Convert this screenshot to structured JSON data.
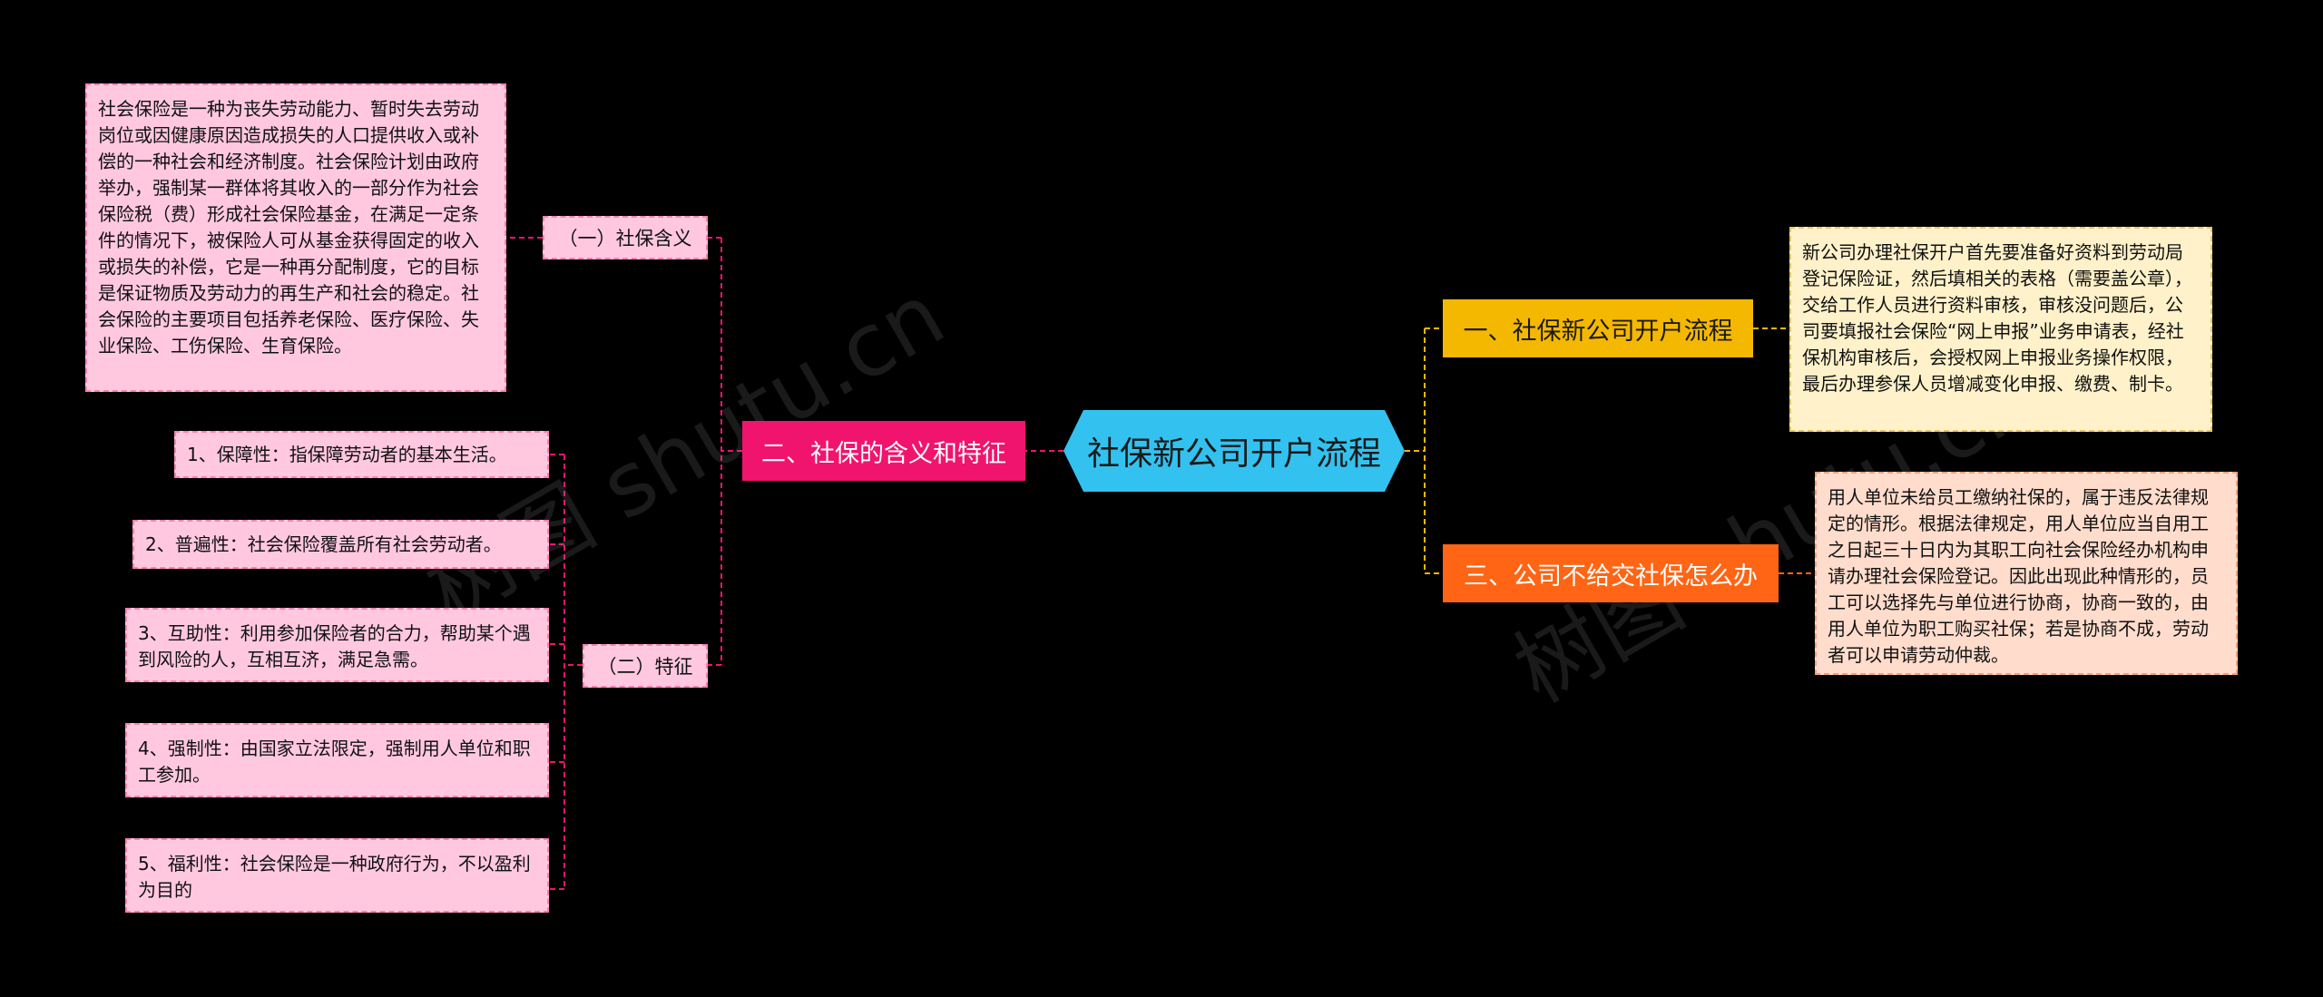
{
  "root": {
    "title": "社保新公司开户流程",
    "color": "#33c2f0"
  },
  "branches": {
    "b1": {
      "label": "一、社保新公司开户流程",
      "color": "#f5b800",
      "detail": "新公司办理社保开户首先要准备好资料到劳动局登记保险证，然后填相关的表格（需要盖公章），交给工作人员进行资料审核，审核没问题后，公司要填报社会保险“网上申报”业务申请表，经社保机构审核后，会授权网上申报业务操作权限，最后办理参保人员增减变化申报、缴费、制卡。"
    },
    "b2": {
      "label": "二、社保的含义和特征",
      "color": "#f0146e",
      "sub1": {
        "label": "（一）社保含义",
        "detail": "社会保险是一种为丧失劳动能力、暂时失去劳动岗位或因健康原因造成损失的人口提供收入或补偿的一种社会和经济制度。社会保险计划由政府举办，强制某一群体将其收入的一部分作为社会保险税（费）形成社会保险基金，在满足一定条件的情况下，被保险人可从基金获得固定的收入或损失的补偿，它是一种再分配制度，它的目标是保证物质及劳动力的再生产和社会的稳定。社会保险的主要项目包括养老保险、医疗保险、失业保险、工伤保险、生育保险。"
      },
      "sub2": {
        "label": "（二）特征",
        "items": [
          "1、保障性：指保障劳动者的基本生活。",
          "2、普遍性：社会保险覆盖所有社会劳动者。",
          "3、互助性：利用参加保险者的合力，帮助某个遇到风险的人，互相互济，满足急需。",
          "4、强制性：由国家立法限定，强制用人单位和职工参加。",
          "5、福利性：社会保险是一种政府行为，不以盈利为目的"
        ]
      }
    },
    "b3": {
      "label": "三、公司不给交社保怎么办",
      "color": "#ff6514",
      "detail": "用人单位未给员工缴纳社保的，属于违反法律规定的情形。根据法律规定，用人单位应当自用工之日起三十日内为其职工向社会保险经办机构申请办理社会保险登记。因此出现此种情形的，员工可以选择先与单位进行协商，协商一致的，由用人单位为职工购买社保；若是协商不成，劳动者可以申请劳动仲裁。"
    }
  },
  "watermarks": [
    "树图 shutu.cn",
    "树图 shutu.cn"
  ]
}
